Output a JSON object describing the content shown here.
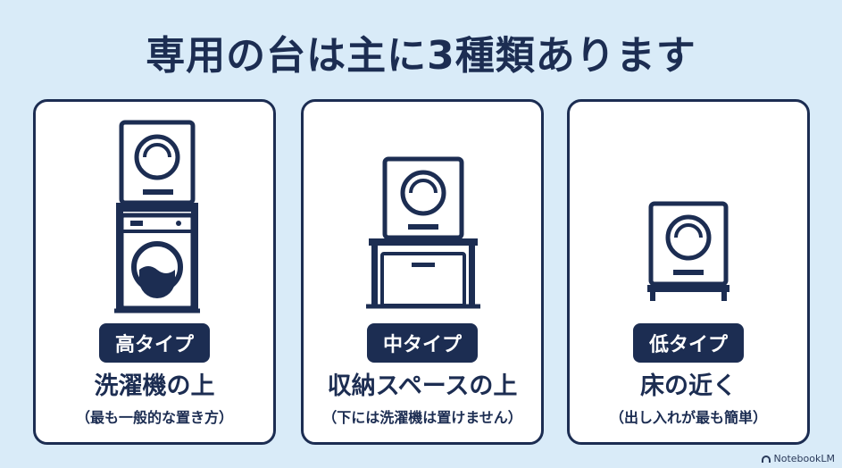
{
  "title": "専用の台は主に3種類あります",
  "cards": [
    {
      "badge": "高タイプ",
      "label": "洗濯機の上",
      "note": "（最も一般的な置き方）",
      "icon": "dryer-on-washer-icon"
    },
    {
      "badge": "中タイプ",
      "label": "収納スペースの上",
      "note": "（下には洗濯機は置けません）",
      "icon": "dryer-on-storage-rack-icon"
    },
    {
      "badge": "低タイプ",
      "label": "床の近く",
      "note": "（出し入れが最も簡単）",
      "icon": "dryer-on-low-stand-icon"
    }
  ],
  "watermark": "NotebookLM",
  "colors": {
    "background": "#d9ebf8",
    "navy": "#1c2d52",
    "card": "#ffffff"
  }
}
